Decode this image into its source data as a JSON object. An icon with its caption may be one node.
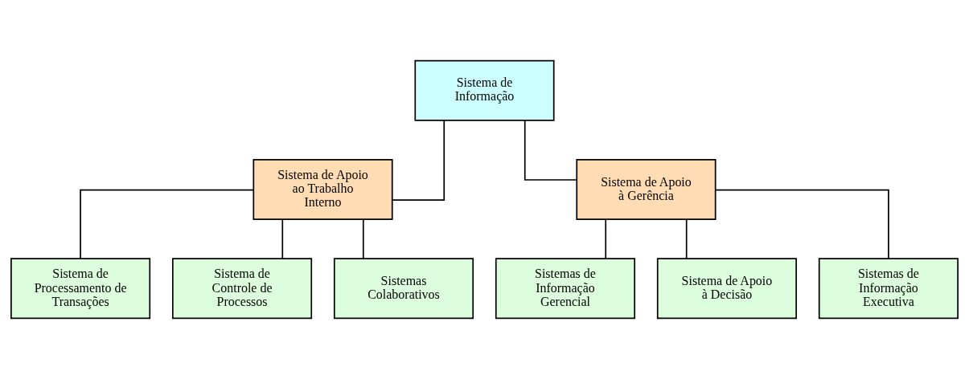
{
  "diagram": {
    "nodes": [
      {
        "text": [
          "Sistema de Informação"
        ]
      },
      {
        "text": [
          "Sistema de Apoio ao Trabalho Interno"
        ]
      },
      {
        "text": [
          "Sistema de Apoio à Gerência"
        ]
      },
      {
        "text": [
          "Sistema de Processamento de Transações"
        ]
      },
      {
        "text": [
          "Sistema de Controle de Processos"
        ]
      },
      {
        "text": [
          "Sistemas Colaborativos"
        ]
      },
      {
        "text": [
          "Sistemas de Informação Gerencial"
        ]
      },
      {
        "text": [
          "Sistema de Apoio à Decisão"
        ]
      },
      {
        "text": [
          "Sistemas de Informação Executiva"
        ]
      }
    ],
    "edges": [
      {
        "from": 0,
        "to": 1,
        "arrow": "none"
      },
      {
        "from": 0,
        "to": 2,
        "arrow": "none"
      },
      {
        "from": 1,
        "to": 3,
        "arrow": "none"
      },
      {
        "from": 1,
        "to": 4,
        "arrow": "none"
      },
      {
        "from": 1,
        "to": 5,
        "arrow": "none"
      },
      {
        "from": 2,
        "to": 6,
        "arrow": "none"
      },
      {
        "from": 2,
        "to": 7,
        "arrow": "none"
      },
      {
        "from": 2,
        "to": 8,
        "arrow": "none"
      }
    ]
  }
}
